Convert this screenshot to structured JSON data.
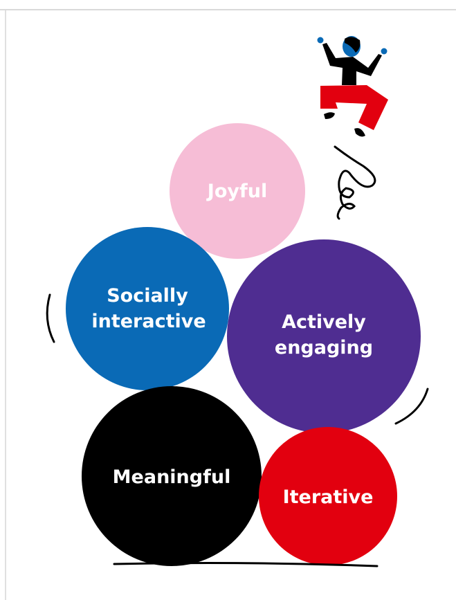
{
  "diagram": {
    "circles": [
      {
        "id": "joyful",
        "lines": [
          "Joyful"
        ],
        "color": "#f6bdd6"
      },
      {
        "id": "socially-interactive",
        "lines": [
          "Socially",
          "interactive"
        ],
        "color": "#0a6ab6"
      },
      {
        "id": "actively-engaging",
        "lines": [
          "Actively",
          "engaging"
        ],
        "color": "#4f2d91"
      },
      {
        "id": "meaningful",
        "lines": [
          "Meaningful"
        ],
        "color": "#000000"
      },
      {
        "id": "iterative",
        "lines": [
          "Iterative"
        ],
        "color": "#e2000f"
      }
    ],
    "figure_colors": {
      "head": "#0a6ab6",
      "body": "#000000",
      "pants": "#e2000f"
    }
  }
}
